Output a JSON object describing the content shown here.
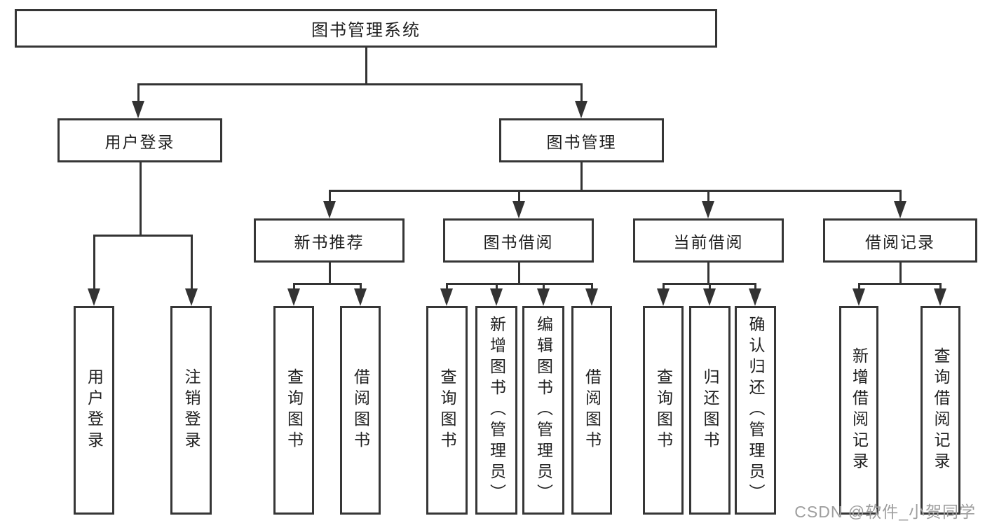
{
  "tree": {
    "root": "图书管理系统",
    "branches": [
      {
        "label": "用户登录",
        "leaves": [
          "用户登录",
          "注销登录"
        ]
      },
      {
        "label": "图书管理",
        "groups": [
          {
            "label": "新书推荐",
            "leaves": [
              "查询图书",
              "借阅图书"
            ]
          },
          {
            "label": "图书借阅",
            "leaves": [
              "查询图书",
              "新增图书（管理员）",
              "编辑图书（管理员）",
              "借阅图书"
            ]
          },
          {
            "label": "当前借阅",
            "leaves": [
              "查询图书",
              "归还图书",
              "确认归还（管理员）"
            ]
          },
          {
            "label": "借阅记录",
            "leaves": [
              "新增借阅记录",
              "查询借阅记录"
            ]
          }
        ]
      }
    ]
  },
  "watermark": "CSDN @软件_小贺同学",
  "colors": {
    "line": "#333333",
    "border": "#363636",
    "text": "#1f1f1f",
    "watermark": "#9e9e9e",
    "background": "#ffffff"
  }
}
